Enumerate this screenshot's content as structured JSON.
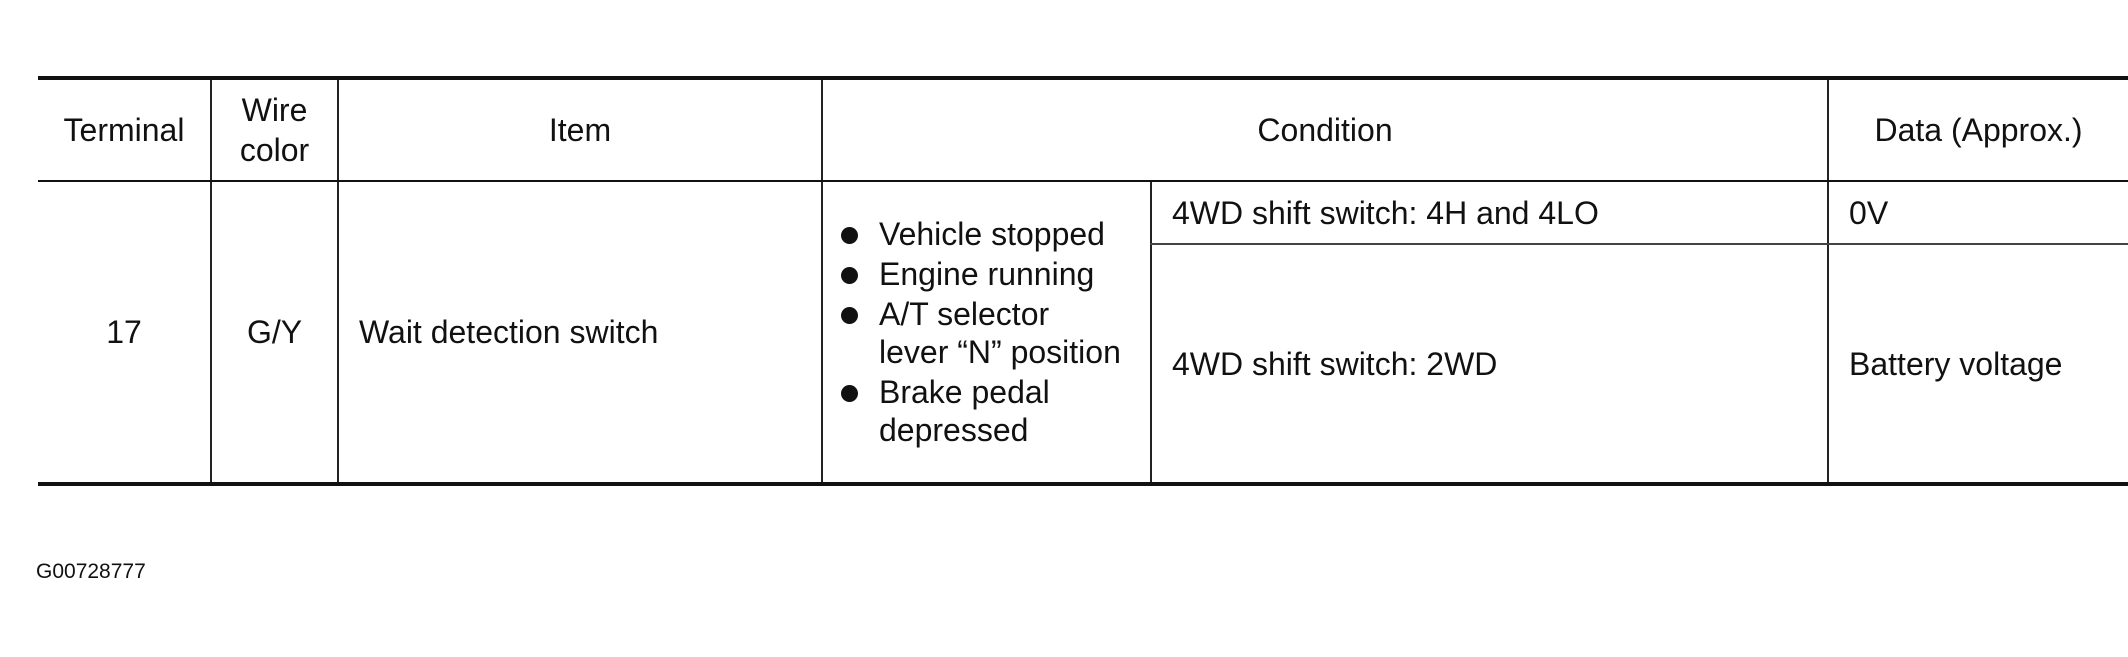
{
  "table": {
    "headers": {
      "terminal": "Terminal",
      "wire_color": "Wire\ncolor",
      "item": "Item",
      "condition": "Condition",
      "data": "Data (Approx.)"
    },
    "row": {
      "terminal": "17",
      "wire_color": "G/Y",
      "item": "Wait detection switch",
      "conditions": [
        "Vehicle stopped",
        "Engine running",
        "A/T selector\nlever “N” position",
        "Brake pedal\ndepressed"
      ],
      "sub_rows": [
        {
          "condition": "4WD shift switch: 4H and 4LO",
          "data": "0V"
        },
        {
          "condition": "4WD shift switch: 2WD",
          "data": "Battery voltage"
        }
      ]
    }
  },
  "figure_code": "G00728777"
}
